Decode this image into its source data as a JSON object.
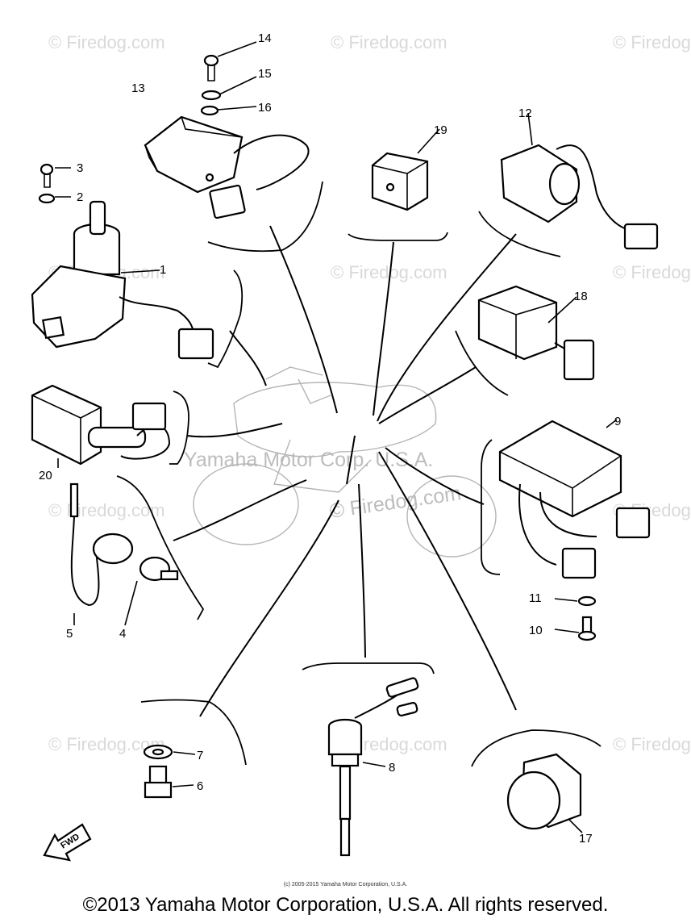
{
  "watermarks": {
    "site": "© Firedog.com",
    "owner": "Yamaha Motor Corp. U.S.A."
  },
  "parts": [
    {
      "ref": "1"
    },
    {
      "ref": "2"
    },
    {
      "ref": "3"
    },
    {
      "ref": "4"
    },
    {
      "ref": "5"
    },
    {
      "ref": "6"
    },
    {
      "ref": "7"
    },
    {
      "ref": "8"
    },
    {
      "ref": "9"
    },
    {
      "ref": "10"
    },
    {
      "ref": "11"
    },
    {
      "ref": "12"
    },
    {
      "ref": "13"
    },
    {
      "ref": "14"
    },
    {
      "ref": "15"
    },
    {
      "ref": "16"
    },
    {
      "ref": "17"
    },
    {
      "ref": "18"
    },
    {
      "ref": "19"
    },
    {
      "ref": "20"
    }
  ],
  "direction_marker": "FWD",
  "footer": {
    "small_credit": "(c) 2005-2015 Yamaha Motor Corporation, U.S.A.",
    "copyright": "©2013 Yamaha Motor Corporation, U.S.A. All rights reserved."
  }
}
